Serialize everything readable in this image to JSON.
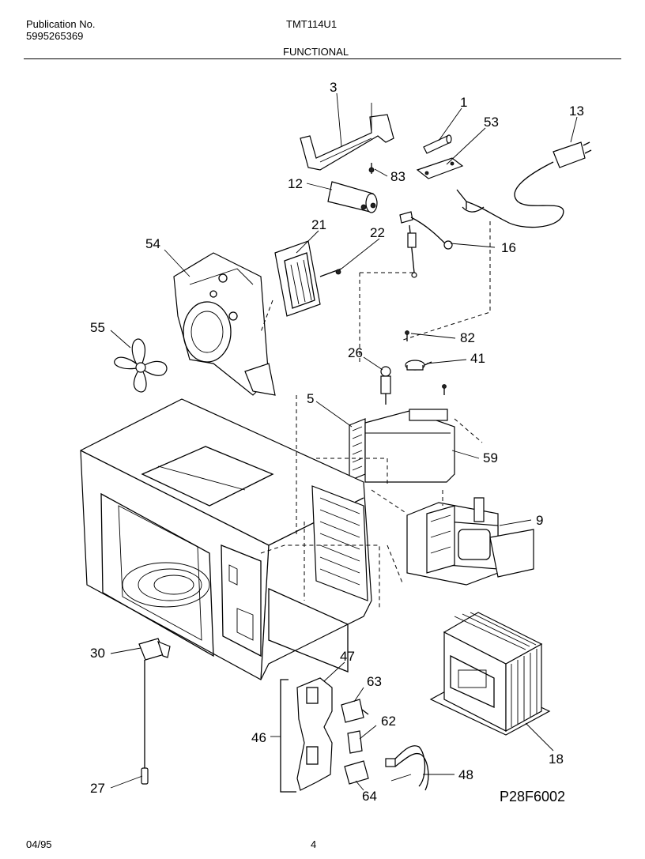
{
  "header": {
    "publication_label": "Publication No.",
    "publication_number": "5995265369",
    "model": "TMT114U1",
    "section": "FUNCTIONAL"
  },
  "callouts": {
    "p1": "1",
    "p3": "3",
    "p5": "5",
    "p9": "9",
    "p12": "12",
    "p13": "13",
    "p16": "16",
    "p18": "18",
    "p21": "21",
    "p22": "22",
    "p26": "26",
    "p27": "27",
    "p30": "30",
    "p41": "41",
    "p46": "46",
    "p47": "47",
    "p48": "48",
    "p53": "53",
    "p54": "54",
    "p55": "55",
    "p59": "59",
    "p62": "62",
    "p63": "63",
    "p64": "64",
    "p82": "82",
    "p83": "83"
  },
  "figure_code": "P28F6002",
  "footer": {
    "date": "04/95",
    "page": "4"
  }
}
